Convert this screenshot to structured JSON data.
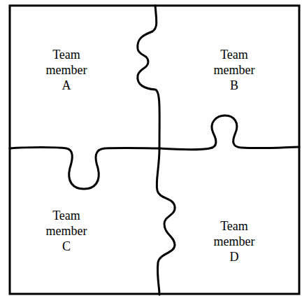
{
  "diagram": {
    "nodes": [
      {
        "text": [
          "Team member A"
        ]
      },
      {
        "text": [
          "Team member B"
        ]
      },
      {
        "text": [
          "Team member C"
        ]
      },
      {
        "text": [
          "Team member D"
        ]
      }
    ]
  }
}
